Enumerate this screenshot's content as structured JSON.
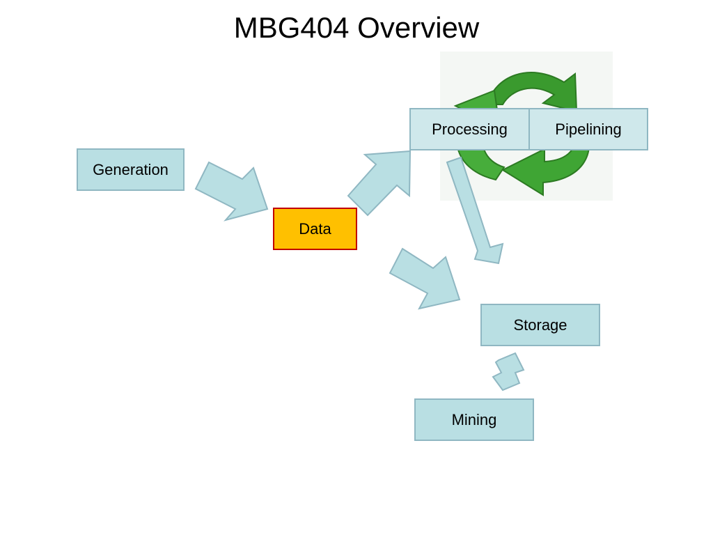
{
  "title": "MBG404 Overview",
  "nodes": {
    "generation": "Generation",
    "data": "Data",
    "processing": "Processing",
    "pipelining": "Pipelining",
    "storage": "Storage",
    "mining": "Mining"
  },
  "colors": {
    "node_fill": "#b9dfe3",
    "node_border": "#8fb7c2",
    "data_fill": "#ffc000",
    "data_border": "#c00000",
    "cycle_green": "#3a9a2e",
    "arrow_fill": "#b9dfe3"
  },
  "icons": {
    "cycle": "recycle-arrows-icon"
  }
}
